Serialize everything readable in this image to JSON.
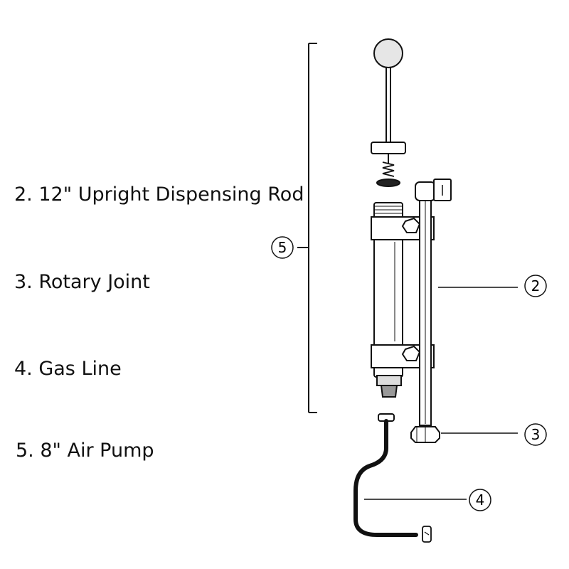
{
  "legend": [
    {
      "text": "2. 12\" Upright Dispensing Rod"
    },
    {
      "text": "3. Rotary Joint"
    },
    {
      "text": "4. Gas Line"
    },
    {
      "text": "5. 8\" Air Pump"
    }
  ],
  "callouts": {
    "pump": "5",
    "rod": "2",
    "joint": "3",
    "gas": "4"
  },
  "colors": {
    "line": "#111111",
    "shade": "#c8c8c8"
  }
}
